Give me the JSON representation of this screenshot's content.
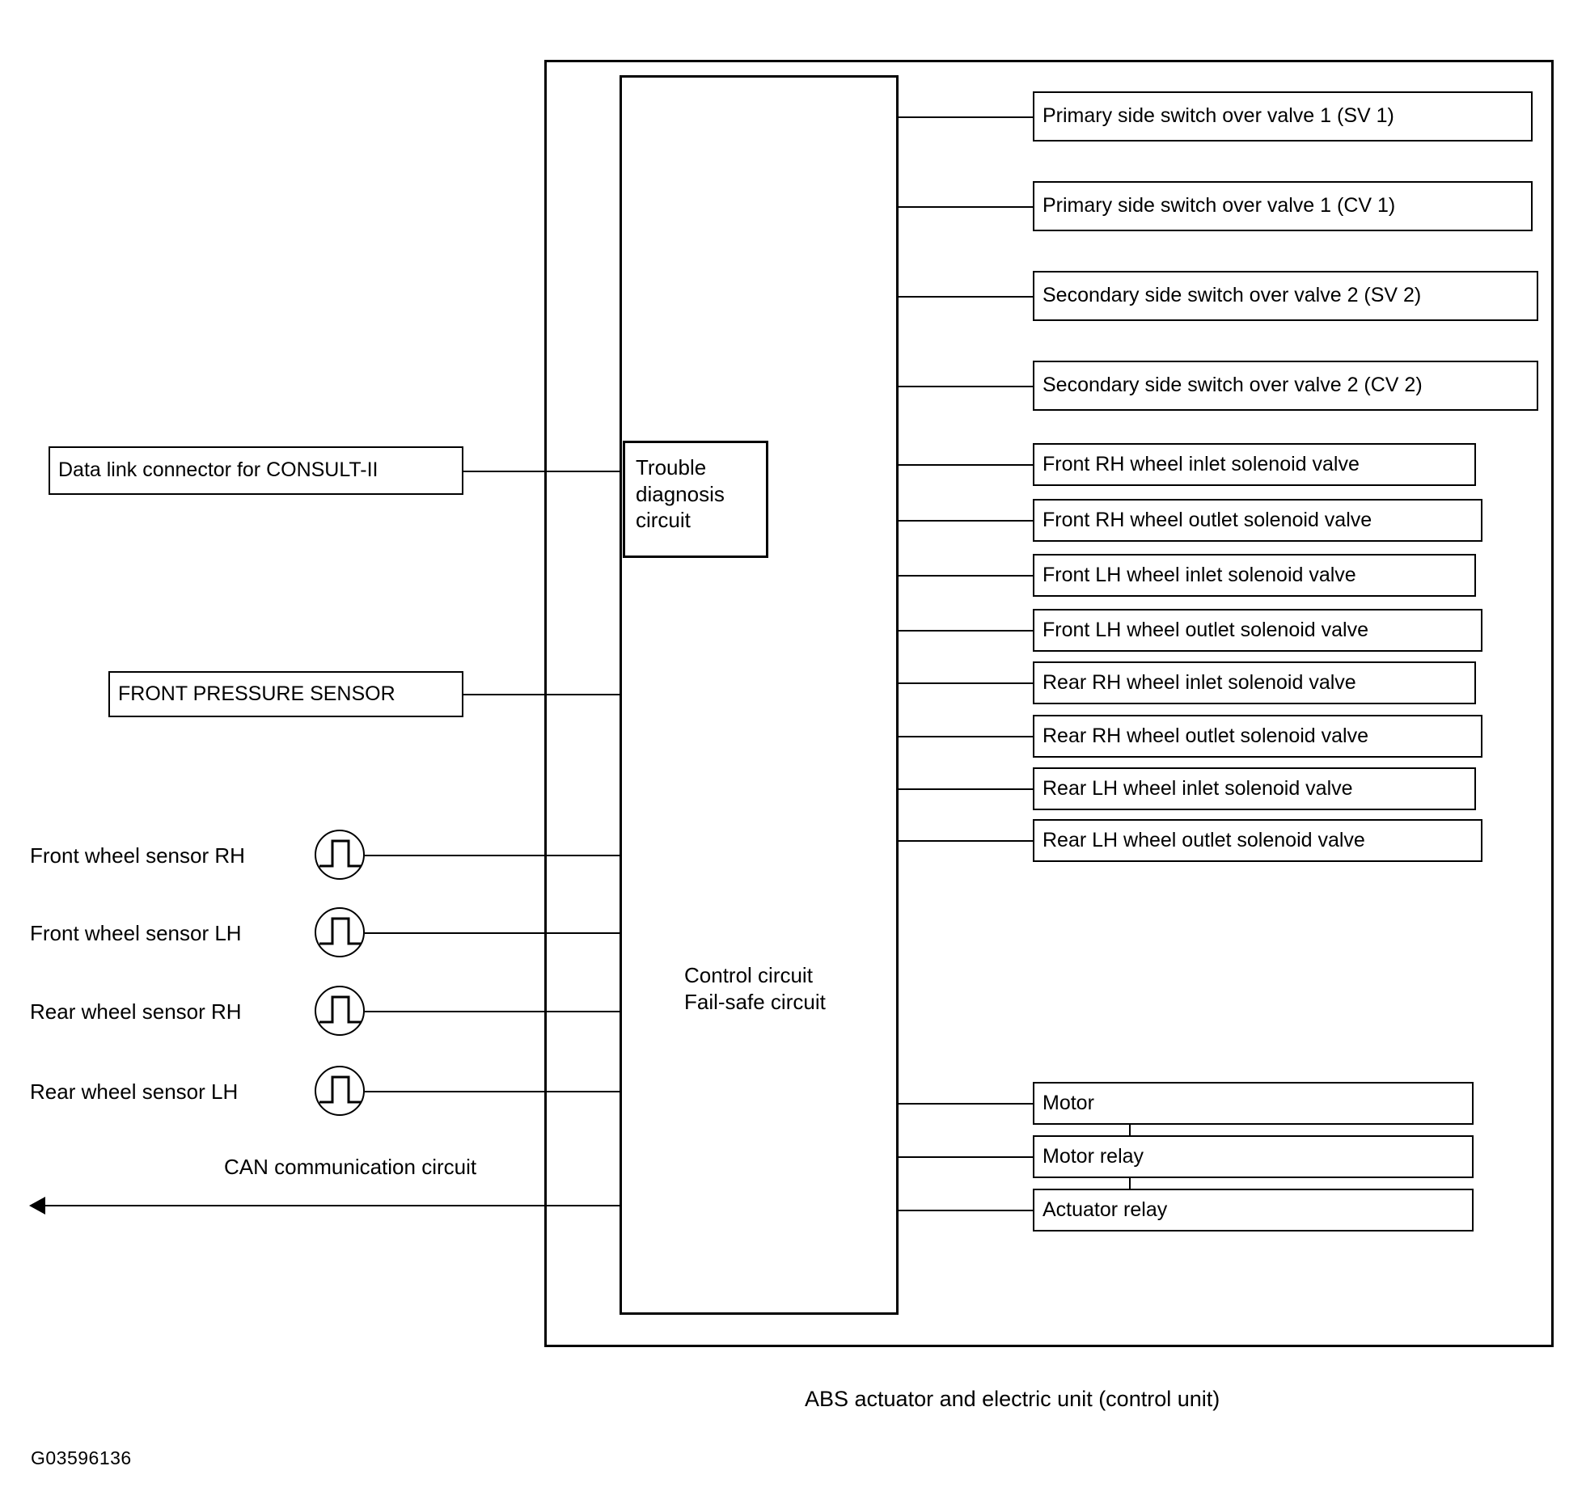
{
  "diagram": {
    "caption": "ABS actuator and electric unit (control unit)",
    "figure_code": "G03596136",
    "unit_box_label": "",
    "control_circuit": {
      "line1": "Control circuit",
      "line2": "Fail-safe circuit"
    },
    "trouble_diagnosis": {
      "line1": "Trouble",
      "line2": "diagnosis",
      "line3": "circuit"
    }
  },
  "inputs": {
    "data_link": "Data link connector for CONSULT-II",
    "front_pressure_sensor": "FRONT PRESSURE SENSOR",
    "wheel_sensors": [
      {
        "label": "Front  wheel sensor RH",
        "icon": "square-wave-icon"
      },
      {
        "label": "Front wheel sensor  LH",
        "icon": "square-wave-icon"
      },
      {
        "label": "Rear  wheel sensor RH",
        "icon": "square-wave-icon"
      },
      {
        "label": "Rear wheel sensor  LH",
        "icon": "square-wave-icon"
      }
    ],
    "can_circuit": "CAN communication circuit"
  },
  "outputs": {
    "valves_top": [
      "Primary side  switch over valve 1 (SV 1)",
      "Primary side  switch over valve 1 (CV 1)",
      "Secondary side  switch over valve 2 (SV 2)",
      "Secondary side  switch over valve 2 (CV 2)"
    ],
    "solenoid_valves": [
      "Front RH wheel inlet solenoid valve",
      "Front RH wheel outlet solenoid valve",
      "Front LH wheel inlet solenoid valve",
      "Front LH wheel outlet solenoid valve",
      "Rear RH wheel inlet solenoid valve",
      "Rear RH wheel outlet solenoid valve",
      "Rear LH wheel inlet solenoid valve",
      "Rear LH wheel outlet solenoid valve"
    ],
    "actuators": [
      "Motor",
      "Motor relay",
      "Actuator relay"
    ]
  },
  "colors": {
    "line": "#000000",
    "background": "#ffffff"
  }
}
